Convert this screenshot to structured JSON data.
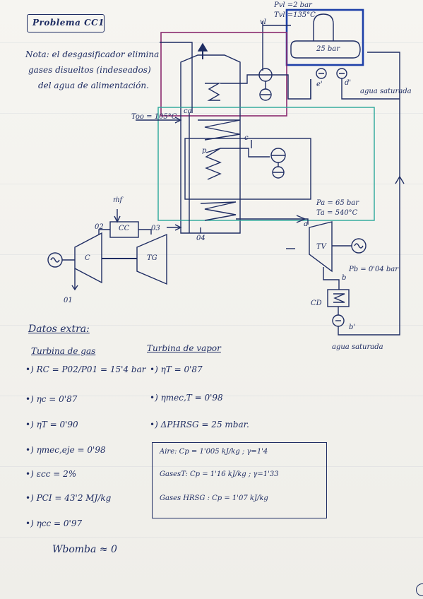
{
  "title": "Problema CC1",
  "note": {
    "line1": "Nota: el desgasificador elimina",
    "line2": "gases disueltos (indeseados)",
    "line3": "del agua de alimentación."
  },
  "diagram": {
    "pvl": "Pvl =2 bar",
    "tvl": "Tvl =135°C",
    "vl": "vl",
    "drum": "25 bar",
    "e_prime": "e'",
    "d_prime": "d'",
    "agua_saturada_top": "agua saturada",
    "ca": "ca",
    "too": "Too = 105°C",
    "p_label": "p",
    "c_label": "c",
    "pa": "Pa = 65 bar",
    "ta": "Ta = 540°C",
    "mf": "ṁf",
    "o2": "02",
    "cc": "CC",
    "o3": "03",
    "o4": "04",
    "c_comp": "C",
    "tg": "TG",
    "tv": "TV",
    "a_label": "a",
    "b_label": "b",
    "pb": "Pb = 0'04 bar",
    "cd": "CD",
    "b_prime": "b'",
    "o1": "01",
    "agua_saturada_bottom": "agua saturada"
  },
  "datos": {
    "header": "Datos extra:",
    "gas_header": "Turbina de gas",
    "vapor_header": "Turbina de vapor",
    "gas_items": [
      "•) RC = P02/P01 = 15'4 bar",
      "•) ηc = 0'87",
      "•) ηT = 0'90",
      "•) ηmec,eje = 0'98",
      "•) εcc = 2%",
      "•) PCI = 43'2 MJ/kg",
      "•) ηcc = 0'97"
    ],
    "vapor_items": [
      "•) ηT = 0'87",
      "•) ηmec,T = 0'98",
      "•) ΔPHRSG = 25 mbar."
    ],
    "props": [
      "Aire: Cp = 1'005 kJ/kg ; γ=1'4",
      "GasesT: Cp = 1'16 kJ/kg ; γ=1'33",
      "Gases HRSG : Cp = 1'07 kJ/kg"
    ],
    "wbomba": "Wbomba ≈ 0"
  }
}
